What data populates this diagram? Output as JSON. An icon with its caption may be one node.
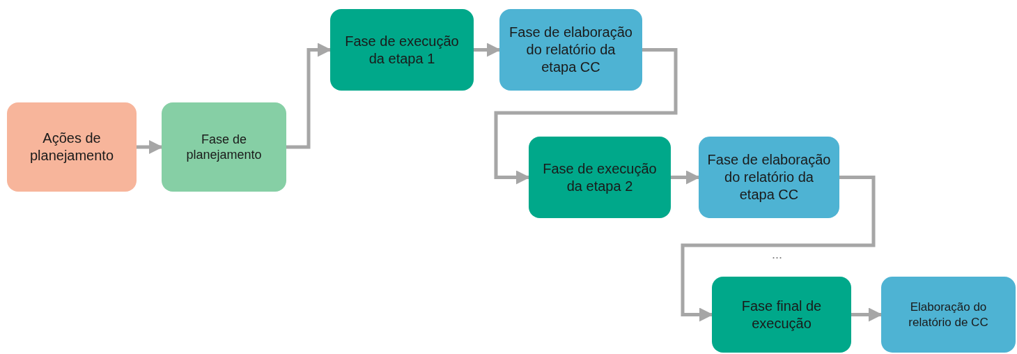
{
  "diagram": {
    "nodes": [
      {
        "text": [
          "Ações de planejamento"
        ]
      },
      {
        "text": [
          "Fase de planejamento"
        ]
      },
      {
        "text": [
          "Fase de execução da etapa 1"
        ]
      },
      {
        "text": [
          "Fase de elaboração do relatório da etapa CC"
        ]
      },
      {
        "text": [
          "Fase de execução da etapa 2"
        ]
      },
      {
        "text": [
          "Fase de elaboração do relatório da etapa CC"
        ]
      },
      {
        "text": [
          "Fase final de execução"
        ]
      },
      {
        "text": [
          "Elaboração do relatório de CC"
        ]
      }
    ],
    "edges": [
      {
        "from": 0,
        "to": 1,
        "arrow": "to"
      },
      {
        "from": 1,
        "to": 2,
        "arrow": "to"
      },
      {
        "from": 2,
        "to": 3,
        "arrow": "to"
      },
      {
        "from": 3,
        "to": 4,
        "arrow": "to"
      },
      {
        "from": 4,
        "to": 5,
        "arrow": "to"
      },
      {
        "from": 5,
        "to": 6,
        "arrow": "to"
      },
      {
        "from": 6,
        "to": 7,
        "arrow": "to"
      }
    ],
    "labels": [
      "..."
    ]
  }
}
